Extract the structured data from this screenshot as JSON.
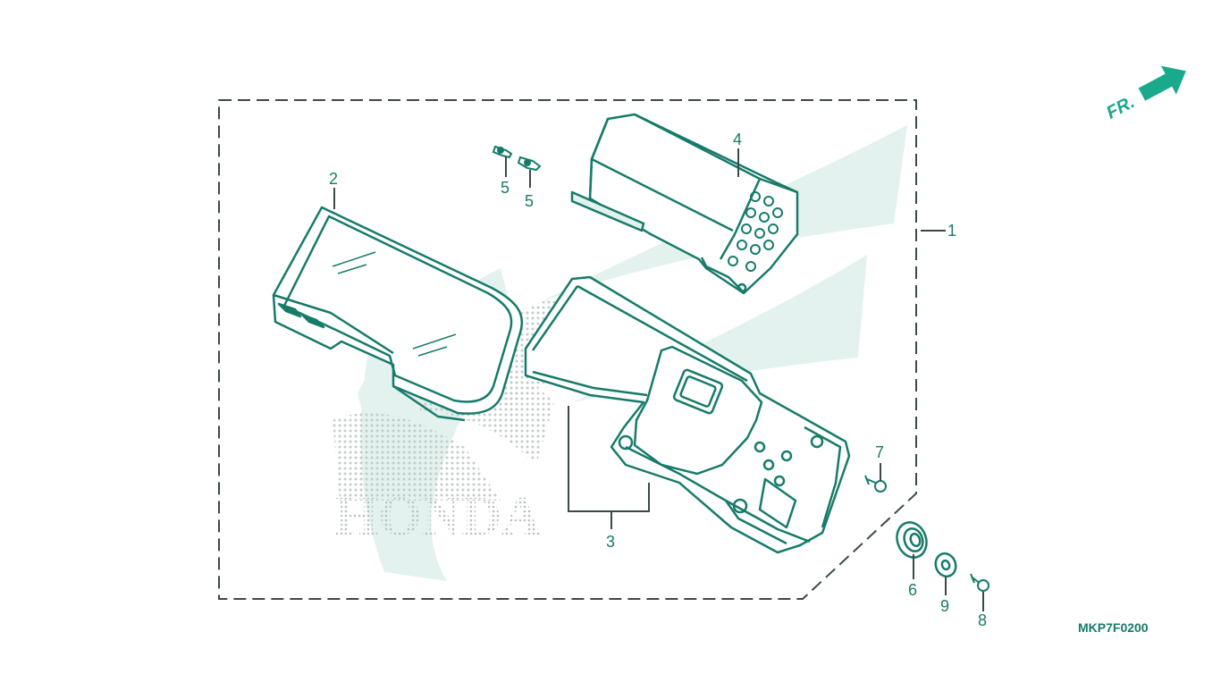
{
  "diagram": {
    "diagram_code": "MKP7F0200",
    "direction_label": "FR.",
    "watermark_text": "HONDA",
    "colors": {
      "line": "#177b6a",
      "watermark_light": "#e3f2ee",
      "watermark_dots": "#c4ccc9",
      "arrow": "#19a98b"
    },
    "callouts": [
      {
        "id": "1",
        "label": "1"
      },
      {
        "id": "2",
        "label": "2"
      },
      {
        "id": "3",
        "label": "3"
      },
      {
        "id": "4",
        "label": "4"
      },
      {
        "id": "5a",
        "label": "5"
      },
      {
        "id": "5b",
        "label": "5"
      },
      {
        "id": "6",
        "label": "6"
      },
      {
        "id": "7",
        "label": "7"
      },
      {
        "id": "8",
        "label": "8"
      },
      {
        "id": "9",
        "label": "9"
      }
    ]
  }
}
